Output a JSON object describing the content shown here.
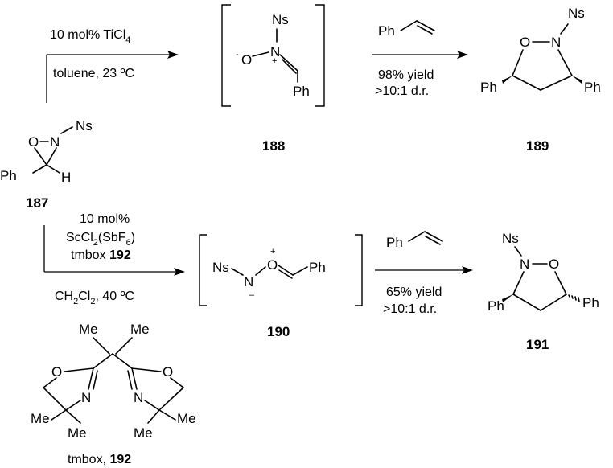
{
  "top_reaction": {
    "catalyst_pre": "10 mol% TiCl",
    "catalyst_sub": "4",
    "solvent": "toluene, 23 ºC",
    "reagent": "Ph",
    "yield": "98% yield",
    "dr": ">10:1 d.r."
  },
  "bottom_reaction": {
    "catalyst_loading": "10 mol%",
    "catalyst_a": "ScCl",
    "catalyst_a_sub": "2",
    "catalyst_b": "(SbF",
    "catalyst_b_sub": "6",
    "catalyst_c": ")",
    "ligand": "tmbox ",
    "ligand_num": "192",
    "solvent_a": "CH",
    "solvent_a_sub": "2",
    "solvent_b": "Cl",
    "solvent_b_sub": "2",
    "solvent_c": ", 40 ºC",
    "reagent": "Ph",
    "yield": "65% yield",
    "dr": ">10:1 d.r."
  },
  "compounds": {
    "c187": "187",
    "c188": "188",
    "c189": "189",
    "c190": "190",
    "c191": "191",
    "c192_name": "tmbox, ",
    "c192": "192"
  },
  "atoms": {
    "ns": "Ns",
    "n": "N",
    "o": "O",
    "ph": "Ph",
    "h": "H",
    "me": "Me",
    "o_neg": "-",
    "plus": "+",
    "minus": "–"
  }
}
